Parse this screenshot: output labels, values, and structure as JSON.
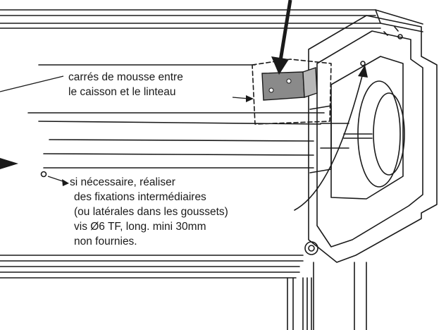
{
  "annotations": {
    "foam": {
      "line1": "carrés de mousse entre",
      "line2": "le caisson et le linteau"
    },
    "fixings": {
      "line1": "si nécessaire, réaliser",
      "line2": "des fixations intermédiaires",
      "line3": "(ou latérales dans les goussets)",
      "line4": "vis Ø6 TF, long. mini 30mm",
      "line5": "non fournies."
    }
  },
  "colors": {
    "stroke": "#1a1a1a",
    "foam_fill": "#8a8a8a"
  }
}
